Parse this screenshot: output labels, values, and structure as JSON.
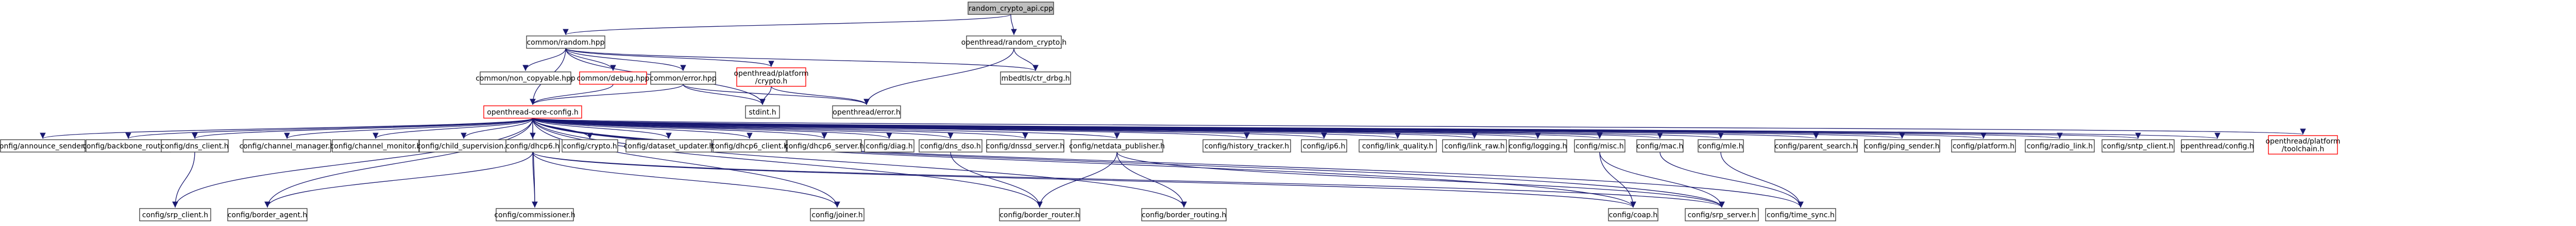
{
  "diagram": {
    "nodes": [
      {
        "id": "random_crypto_api",
        "lines": [
          "random_crypto_api.cpp"
        ],
        "kind": "root"
      },
      {
        "id": "common_random",
        "lines": [
          "common/random.hpp"
        ],
        "kind": "normal"
      },
      {
        "id": "openthread_random_crypto",
        "lines": [
          "openthread/random_crypto.h"
        ],
        "kind": "normal"
      },
      {
        "id": "common_non_copyable",
        "lines": [
          "common/non_copyable.hpp"
        ],
        "kind": "normal"
      },
      {
        "id": "common_debug",
        "lines": [
          "common/debug.hpp"
        ],
        "kind": "missing"
      },
      {
        "id": "common_error",
        "lines": [
          "common/error.hpp"
        ],
        "kind": "normal"
      },
      {
        "id": "openthread_platform_crypto",
        "lines": [
          "openthread/platform",
          "/crypto.h"
        ],
        "kind": "missing"
      },
      {
        "id": "mbedtls_ctr_drbg",
        "lines": [
          "mbedtls/ctr_drbg.h"
        ],
        "kind": "normal"
      },
      {
        "id": "openthread_core_config",
        "lines": [
          "openthread-core-config.h"
        ],
        "kind": "missing"
      },
      {
        "id": "stdint",
        "lines": [
          "stdint.h"
        ],
        "kind": "normal"
      },
      {
        "id": "openthread_error",
        "lines": [
          "openthread/error.h"
        ],
        "kind": "normal"
      },
      {
        "id": "config_announce_sender",
        "lines": [
          "config/announce_sender.h"
        ],
        "kind": "normal"
      },
      {
        "id": "config_backbone_router",
        "lines": [
          "config/backbone_router.h"
        ],
        "kind": "normal"
      },
      {
        "id": "config_border_agent",
        "lines": [
          "config/border_agent.h"
        ],
        "kind": "normal"
      },
      {
        "id": "config_srp_client",
        "lines": [
          "config/srp_client.h"
        ],
        "kind": "normal"
      },
      {
        "id": "config_dns_client",
        "lines": [
          "config/dns_client.h"
        ],
        "kind": "normal"
      },
      {
        "id": "config_channel_manager",
        "lines": [
          "config/channel_manager.h"
        ],
        "kind": "normal"
      },
      {
        "id": "config_channel_monitor",
        "lines": [
          "config/channel_monitor.h"
        ],
        "kind": "normal"
      },
      {
        "id": "config_child_supervision",
        "lines": [
          "config/child_supervision.h"
        ],
        "kind": "normal"
      },
      {
        "id": "config_commissioner",
        "lines": [
          "config/commissioner.h"
        ],
        "kind": "normal"
      },
      {
        "id": "config_dhcp6",
        "lines": [
          "config/dhcp6.h"
        ],
        "kind": "normal"
      },
      {
        "id": "config_coap",
        "lines": [
          "config/coap.h"
        ],
        "kind": "normal"
      },
      {
        "id": "config_srp_server",
        "lines": [
          "config/srp_server.h"
        ],
        "kind": "normal"
      },
      {
        "id": "config_crypto",
        "lines": [
          "config/crypto.h"
        ],
        "kind": "normal"
      },
      {
        "id": "config_dataset_updater",
        "lines": [
          "config/dataset_updater.h"
        ],
        "kind": "normal"
      },
      {
        "id": "config_dhcp6_client",
        "lines": [
          "config/dhcp6_client.h"
        ],
        "kind": "normal"
      },
      {
        "id": "config_dhcp6_server",
        "lines": [
          "config/dhcp6_server.h"
        ],
        "kind": "normal"
      },
      {
        "id": "config_diag",
        "lines": [
          "config/diag.h"
        ],
        "kind": "normal"
      },
      {
        "id": "config_joiner",
        "lines": [
          "config/joiner.h"
        ],
        "kind": "normal"
      },
      {
        "id": "config_dns_dso",
        "lines": [
          "config/dns_dso.h"
        ],
        "kind": "normal"
      },
      {
        "id": "config_border_router",
        "lines": [
          "config/border_router.h"
        ],
        "kind": "normal"
      },
      {
        "id": "config_dnssd_server",
        "lines": [
          "config/dnssd_server.h"
        ],
        "kind": "normal"
      },
      {
        "id": "config_netdata_publisher",
        "lines": [
          "config/netdata_publisher.h"
        ],
        "kind": "normal"
      },
      {
        "id": "config_border_routing",
        "lines": [
          "config/border_routing.h"
        ],
        "kind": "normal"
      },
      {
        "id": "config_history_tracker",
        "lines": [
          "config/history_tracker.h"
        ],
        "kind": "normal"
      },
      {
        "id": "config_ip6",
        "lines": [
          "config/ip6.h"
        ],
        "kind": "normal"
      },
      {
        "id": "config_link_quality",
        "lines": [
          "config/link_quality.h"
        ],
        "kind": "normal"
      },
      {
        "id": "config_link_raw",
        "lines": [
          "config/link_raw.h"
        ],
        "kind": "normal"
      },
      {
        "id": "config_logging",
        "lines": [
          "config/logging.h"
        ],
        "kind": "normal"
      },
      {
        "id": "config_misc",
        "lines": [
          "config/misc.h"
        ],
        "kind": "normal"
      },
      {
        "id": "config_mac",
        "lines": [
          "config/mac.h"
        ],
        "kind": "normal"
      },
      {
        "id": "config_time_sync",
        "lines": [
          "config/time_sync.h"
        ],
        "kind": "normal"
      },
      {
        "id": "config_mle",
        "lines": [
          "config/mle.h"
        ],
        "kind": "normal"
      },
      {
        "id": "config_parent_search",
        "lines": [
          "config/parent_search.h"
        ],
        "kind": "normal"
      },
      {
        "id": "config_ping_sender",
        "lines": [
          "config/ping_sender.h"
        ],
        "kind": "normal"
      },
      {
        "id": "config_platform",
        "lines": [
          "config/platform.h"
        ],
        "kind": "normal"
      },
      {
        "id": "config_radio_link",
        "lines": [
          "config/radio_link.h"
        ],
        "kind": "normal"
      },
      {
        "id": "config_sntp_client",
        "lines": [
          "config/sntp_client.h"
        ],
        "kind": "normal"
      },
      {
        "id": "openthread_config",
        "lines": [
          "openthread/config.h"
        ],
        "kind": "normal"
      },
      {
        "id": "openthread_platform_toolchain",
        "lines": [
          "openthread/platform",
          "/toolchain.h"
        ],
        "kind": "missing"
      }
    ],
    "edges": [
      [
        "random_crypto_api",
        "common_random"
      ],
      [
        "random_crypto_api",
        "openthread_random_crypto"
      ],
      [
        "common_random",
        "common_non_copyable"
      ],
      [
        "common_random",
        "common_debug"
      ],
      [
        "common_random",
        "common_error"
      ],
      [
        "common_random",
        "openthread_platform_crypto"
      ],
      [
        "common_random",
        "mbedtls_ctr_drbg"
      ],
      [
        "common_random",
        "openthread_core_config"
      ],
      [
        "common_random",
        "stdint"
      ],
      [
        "openthread_random_crypto",
        "openthread_error"
      ],
      [
        "openthread_random_crypto",
        "mbedtls_ctr_drbg"
      ],
      [
        "common_debug",
        "openthread_core_config"
      ],
      [
        "common_error",
        "openthread_core_config"
      ],
      [
        "common_error",
        "stdint"
      ],
      [
        "common_error",
        "openthread_error"
      ],
      [
        "openthread_platform_crypto",
        "stdint"
      ],
      [
        "openthread_platform_crypto",
        "openthread_error"
      ],
      [
        "openthread_core_config",
        "config_announce_sender"
      ],
      [
        "openthread_core_config",
        "config_backbone_router"
      ],
      [
        "openthread_core_config",
        "config_border_agent"
      ],
      [
        "openthread_core_config",
        "config_srp_client"
      ],
      [
        "openthread_core_config",
        "config_dns_client"
      ],
      [
        "openthread_core_config",
        "config_channel_manager"
      ],
      [
        "openthread_core_config",
        "config_channel_monitor"
      ],
      [
        "openthread_core_config",
        "config_child_supervision"
      ],
      [
        "openthread_core_config",
        "config_commissioner"
      ],
      [
        "openthread_core_config",
        "config_dhcp6"
      ],
      [
        "openthread_core_config",
        "config_coap"
      ],
      [
        "openthread_core_config",
        "config_srp_server"
      ],
      [
        "openthread_core_config",
        "config_crypto"
      ],
      [
        "openthread_core_config",
        "config_dataset_updater"
      ],
      [
        "openthread_core_config",
        "config_dhcp6_client"
      ],
      [
        "openthread_core_config",
        "config_dhcp6_server"
      ],
      [
        "openthread_core_config",
        "config_diag"
      ],
      [
        "openthread_core_config",
        "config_joiner"
      ],
      [
        "openthread_core_config",
        "config_dns_dso"
      ],
      [
        "openthread_core_config",
        "config_border_router"
      ],
      [
        "openthread_core_config",
        "config_dnssd_server"
      ],
      [
        "openthread_core_config",
        "config_netdata_publisher"
      ],
      [
        "openthread_core_config",
        "config_border_routing"
      ],
      [
        "openthread_core_config",
        "config_history_tracker"
      ],
      [
        "openthread_core_config",
        "config_ip6"
      ],
      [
        "openthread_core_config",
        "config_link_quality"
      ],
      [
        "openthread_core_config",
        "config_link_raw"
      ],
      [
        "openthread_core_config",
        "config_logging"
      ],
      [
        "openthread_core_config",
        "config_misc"
      ],
      [
        "openthread_core_config",
        "config_mac"
      ],
      [
        "openthread_core_config",
        "config_time_sync"
      ],
      [
        "openthread_core_config",
        "config_mle"
      ],
      [
        "openthread_core_config",
        "config_parent_search"
      ],
      [
        "openthread_core_config",
        "config_ping_sender"
      ],
      [
        "openthread_core_config",
        "config_platform"
      ],
      [
        "openthread_core_config",
        "config_radio_link"
      ],
      [
        "openthread_core_config",
        "config_sntp_client"
      ],
      [
        "openthread_core_config",
        "openthread_config"
      ],
      [
        "openthread_core_config",
        "openthread_platform_toolchain"
      ],
      [
        "config_border_agent",
        "config_border_agent"
      ],
      [
        "config_srp_client",
        "config_srp_client"
      ],
      [
        "config_dns_client",
        "config_srp_client"
      ],
      [
        "config_dhcp6",
        "config_commissioner"
      ],
      [
        "config_dhcp6",
        "config_border_agent"
      ],
      [
        "config_dhcp6",
        "config_srp_server"
      ],
      [
        "config_dhcp6",
        "config_coap"
      ],
      [
        "config_dhcp6",
        "config_joiner"
      ],
      [
        "config_netdata_publisher",
        "config_border_router"
      ],
      [
        "config_netdata_publisher",
        "config_border_routing"
      ],
      [
        "config_netdata_publisher",
        "config_srp_server"
      ],
      [
        "config_misc",
        "config_coap"
      ],
      [
        "config_misc",
        "config_srp_server"
      ],
      [
        "config_mac",
        "config_time_sync"
      ],
      [
        "config_mle",
        "config_time_sync"
      ],
      [
        "config_dns_dso",
        "config_border_router"
      ]
    ]
  }
}
